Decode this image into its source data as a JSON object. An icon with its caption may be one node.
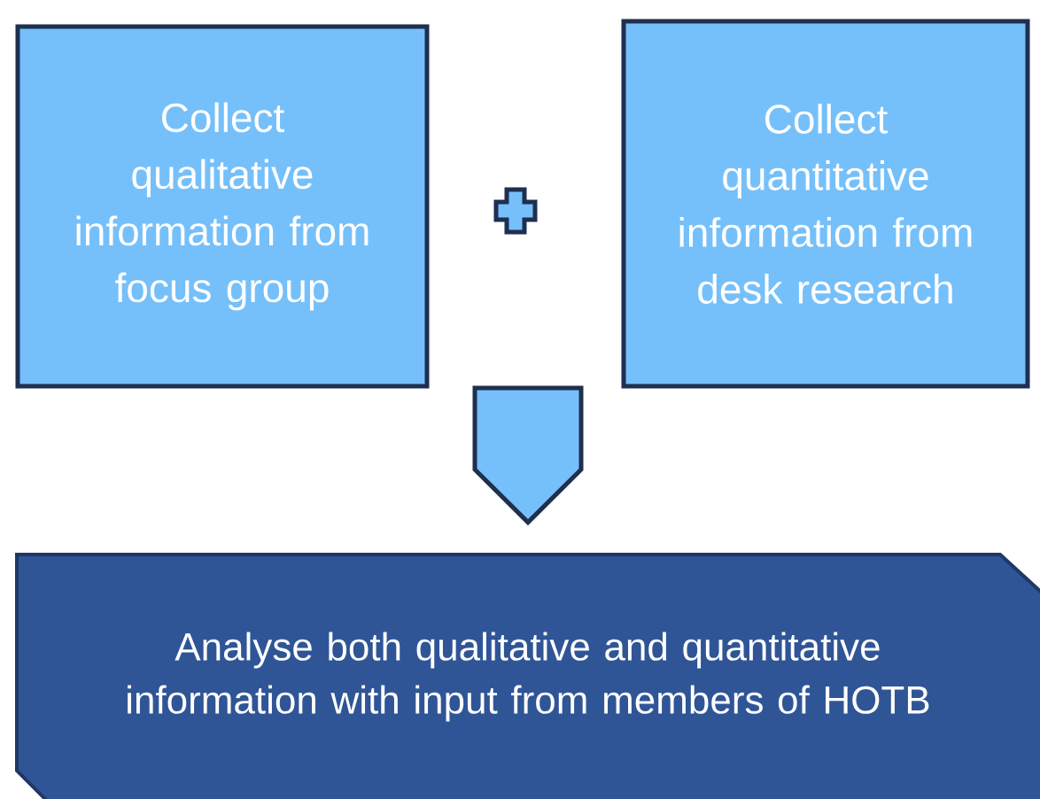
{
  "diagram": {
    "nodes": [
      {
        "text": [
          "Collect qualitative information from focus group"
        ]
      },
      {
        "text": [
          "Collect quantitative information from desk research"
        ]
      },
      {
        "text": [
          "Analyse both qualitative and quantitative information with input from members of HOTB"
        ]
      }
    ],
    "edges": [
      {
        "from": null,
        "to": 2,
        "arrow": "to"
      }
    ]
  }
}
